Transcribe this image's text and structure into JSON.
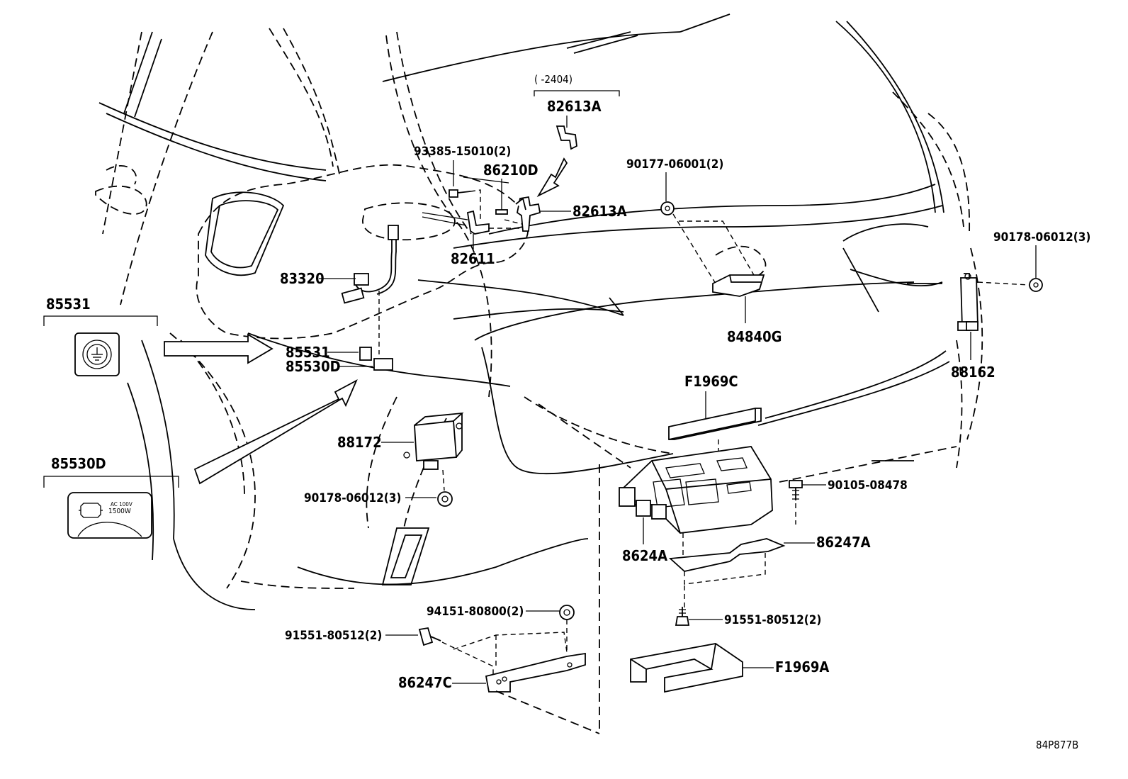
{
  "callouts": {
    "c85531_box": "85531",
    "c85530d_box": "85530D",
    "c83320": "83320",
    "c85531": "85531",
    "c85530d": "85530D",
    "c88172": "88172",
    "c90178_left": "90178-06012(3)",
    "c93385": "93385-15010(2)",
    "c86210d": "86210D",
    "c82611": "82611",
    "date_range": "(      -2404)",
    "c82613a_top": "82613A",
    "c82613a": "82613A",
    "c90177": "90177-06001(2)",
    "c84840g": "84840G",
    "c90178_right": "90178-06012(3)",
    "c88162": "88162",
    "cf1969c": "F1969C",
    "c90105": "90105-08478",
    "c8624a": "8624A",
    "c86247a": "86247A",
    "c91551_right": "91551-80512(2)",
    "cf1969a": "F1969A",
    "c94151": "94151-80800(2)",
    "c91551_left": "91551-80512(2)",
    "c86247c": "86247C"
  },
  "outlet_label": {
    "line1": "AC 100V",
    "line2": "1500W"
  },
  "icons": {
    "ground_outlet": "ground-symbol-icon",
    "power_outlet": "power-outlet-icon"
  },
  "drawing_code": "84P877B"
}
